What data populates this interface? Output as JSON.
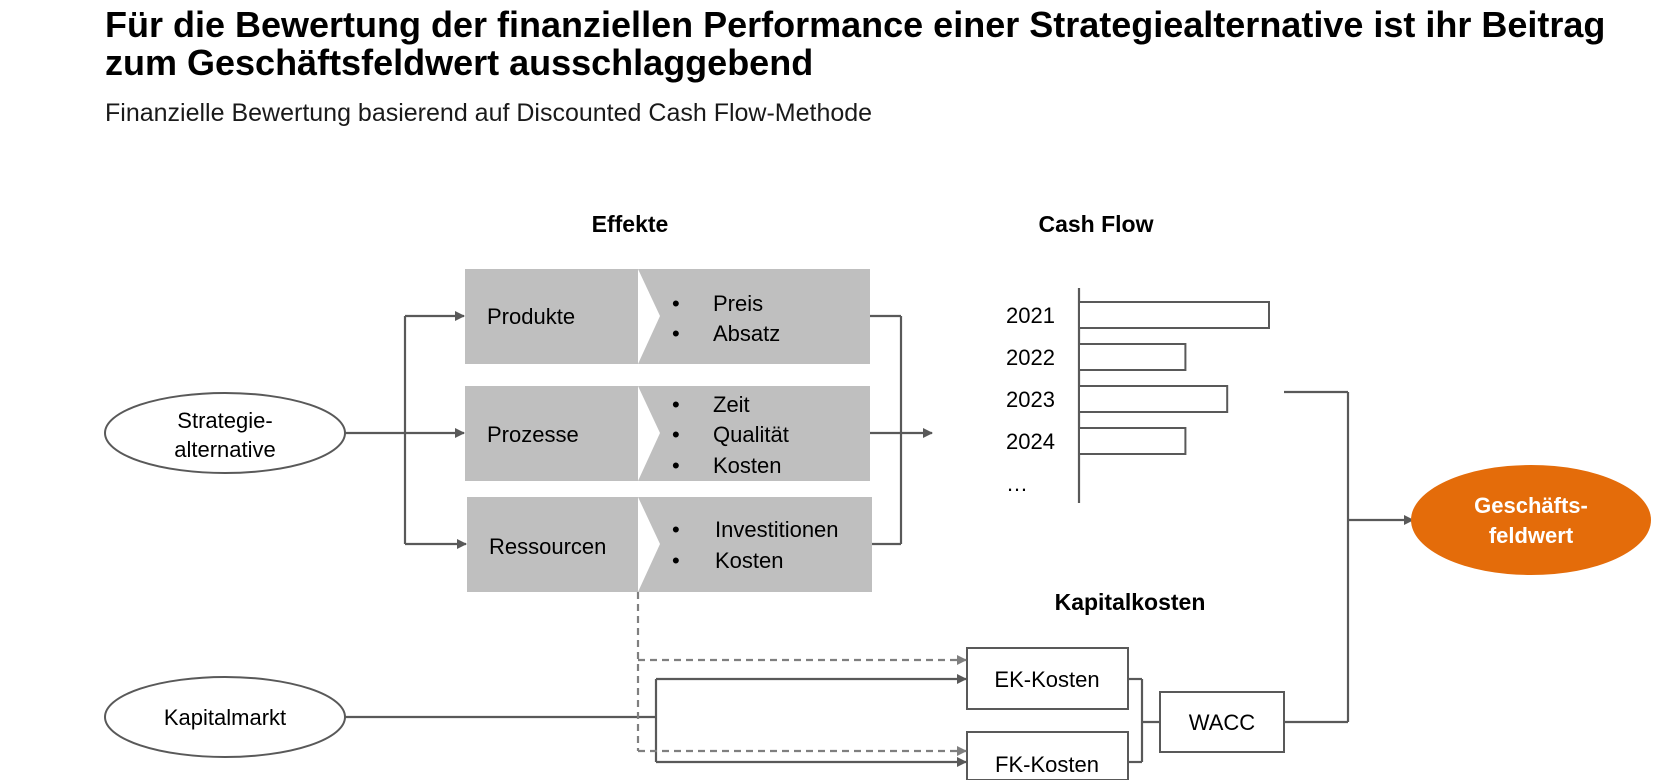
{
  "title": "Für die Bewertung der finanziellen Performance einer Strategiealternative ist ihr Beitrag zum Geschäftsfeldwert ausschlaggebend",
  "subtitle": "Finanzielle Bewertung basierend auf Discounted Cash Flow-Methode",
  "headers": {
    "effekte": "Effekte",
    "cash_flow": "Cash Flow",
    "kapitalkosten": "Kapitalkosten"
  },
  "nodes": {
    "strategie": [
      "Strategie-",
      "alternative"
    ],
    "kapitalmarkt": "Kapitalmarkt",
    "geschaeftsfeldwert": [
      "Geschäfts-",
      "feldwert"
    ],
    "ek_kosten": "EK-Kosten",
    "fk_kosten": "FK-Kosten",
    "wacc": "WACC"
  },
  "effekte": [
    {
      "label": "Produkte",
      "items": [
        "Preis",
        "Absatz"
      ]
    },
    {
      "label": "Prozesse",
      "items": [
        "Zeit",
        "Qualität",
        "Kosten"
      ]
    },
    {
      "label": "Ressourcen",
      "items": [
        "Investitionen",
        "Kosten"
      ]
    }
  ],
  "bullet": "•",
  "cash_flow": {
    "years": [
      "2021",
      "2022",
      "2023",
      "2024",
      "…"
    ],
    "values": [
      1.0,
      0.56,
      0.78,
      0.56
    ]
  },
  "colors": {
    "box_fill": "#bfbfbf",
    "line": "#595959",
    "accent": "#e46c0a",
    "accent_text": "#ffffff"
  }
}
